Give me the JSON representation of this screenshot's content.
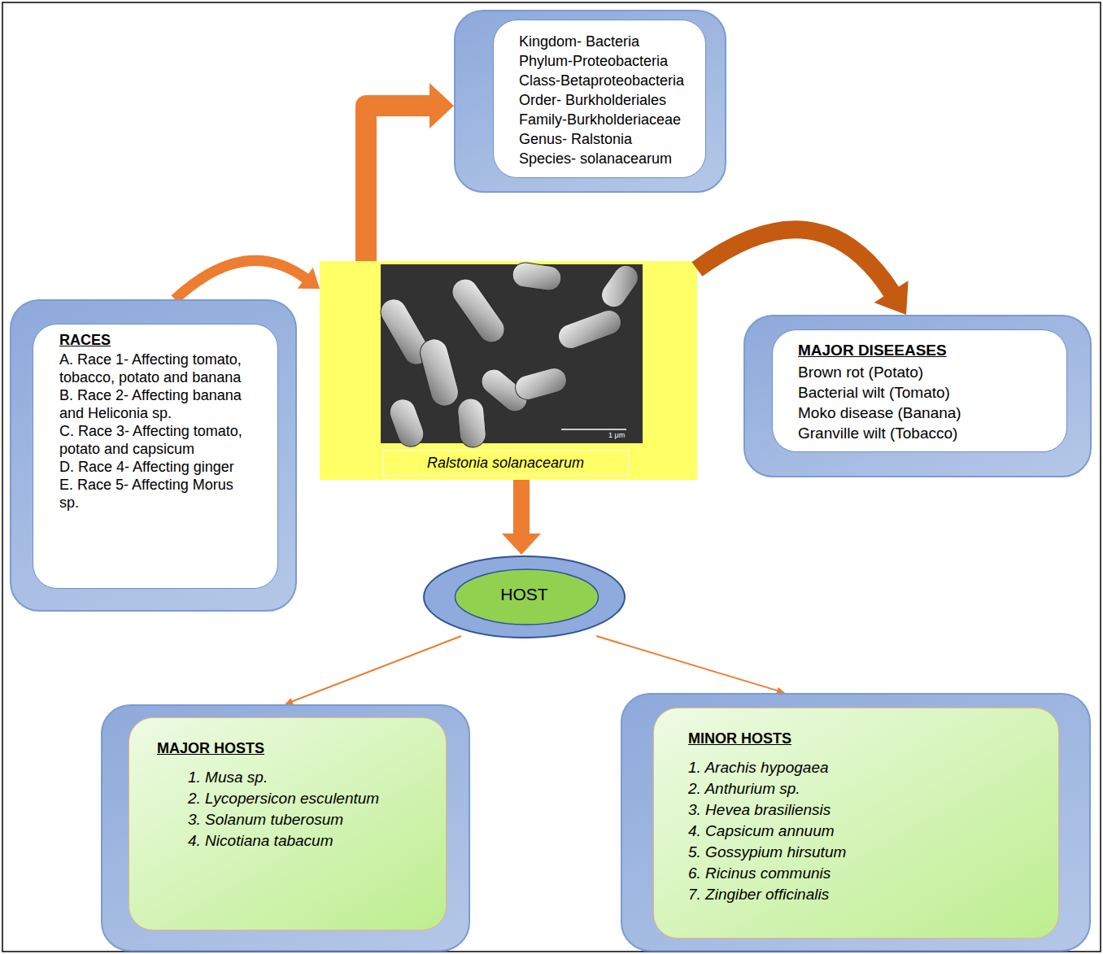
{
  "diagram": {
    "nodes": [
      {
        "text": [
          "Kingdom- Bacteria",
          "Phylum-Proteobacteria",
          "Class-Betaproteobacteria",
          "Order- Burkholderiales",
          "Family-Burkholderiaceae",
          "Genus- Ralstonia",
          "Species- solanacearum"
        ]
      },
      {
        "text": [
          "RACES",
          "A. Race 1- Affecting tomato, tobacco, potato and banana",
          "B. Race 2- Affecting banana and Heliconia sp.",
          "C. Race 3- Affecting tomato, potato and capsicum",
          "D. Race 4- Affecting ginger",
          "E. Race 5- Affecting Morus sp."
        ]
      },
      {
        "text": [
          "Ralstonia solanacearum"
        ]
      },
      {
        "text": [
          "MAJOR DISEEASES",
          "Brown rot (Potato)",
          "Bacterial wilt (Tomato)",
          "Moko disease (Banana)",
          "Granville wilt (Tobacco)"
        ]
      },
      {
        "text": [
          "HOST"
        ]
      },
      {
        "text": [
          "MAJOR HOSTS",
          "1. Musa sp.",
          "2. Lycopersicon esculentum",
          "3. Solanum tuberosum",
          "4. Nicotiana tabacum"
        ]
      },
      {
        "text": [
          "MINOR HOSTS",
          "1. Arachis hypogaea",
          "2. Anthurium sp.",
          "3. Hevea brasiliensis",
          "4. Capsicum annuum",
          "5. Gossypium hirsutum",
          "6. Ricinus communis",
          "7. Zingiber officinalis"
        ]
      }
    ],
    "edges": [
      {
        "from": 2,
        "to": 0,
        "arrow": "to"
      },
      {
        "from": 1,
        "to": 2,
        "arrow": "to"
      },
      {
        "from": 2,
        "to": 3,
        "arrow": "to"
      },
      {
        "from": 2,
        "to": 4,
        "arrow": "to"
      },
      {
        "from": 4,
        "to": 5,
        "arrow": "to"
      },
      {
        "from": 4,
        "to": 6,
        "arrow": "to"
      }
    ],
    "labels": [
      "1 μm"
    ]
  }
}
